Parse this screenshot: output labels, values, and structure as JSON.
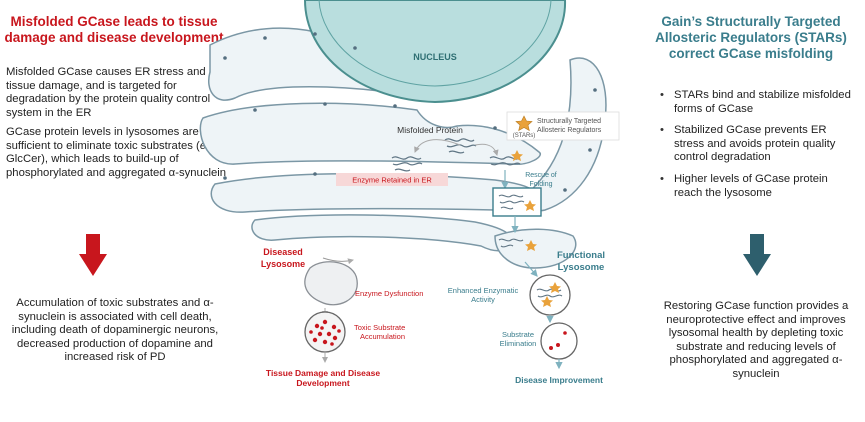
{
  "left": {
    "title": "Misfolded GCase leads to tissue damage and disease development",
    "para1": "Misfolded GCase causes ER stress and tissue damage, and is targeted for degradation by the protein quality control system in the ER",
    "para2_a": "GCase protein levels in lysosomes are not sufficient to eliminate toxic substrates (",
    "para2_em": "e.g.",
    "para2_b": " GlcCer), which leads to build-up of phosphorylated and aggregated α-synuclein",
    "bottom": "Accumulation of toxic substrates and α-synuclein is associated with cell death, including death of dopaminergic neurons, decreased production of dopamine and increased risk of PD"
  },
  "right": {
    "title": "Gain’s Structurally Targeted Allosteric Regulators (STARs) correct GCase misfolding",
    "bullets": [
      "STARs bind and stabilize misfolded forms of GCase",
      "Stabilized GCase prevents ER stress and avoids protein quality control degradation",
      "Higher levels of GCase protein reach the lysosome"
    ],
    "bottom": "Restoring GCase function provides a neuroprotective effect and improves lysosomal health by depleting toxic substrate and reducing levels of phosphorylated and aggregated α-synuclein"
  },
  "diagram": {
    "nucleus": "NUCLEUS",
    "misfolded_protein": "Misfolded Protein",
    "stars_tag": "(STARs)",
    "stars_legend_line1": "Structurally Targeted",
    "stars_legend_line2": "Allosteric Regulators",
    "enzyme_retained": "Enzyme Retained in ER",
    "rescue_line1": "Rescue of",
    "rescue_line2": "Folding",
    "diseased_line1": "Diseased",
    "diseased_line2": "Lysosome",
    "functional_line1": "Functional",
    "functional_line2": "Lysosome",
    "enzyme_dysfunction": "Enzyme Dysfunction",
    "toxic_line1": "Toxic Substrate",
    "toxic_line2": "Accumulation",
    "enhanced_line1": "Enhanced Enzymatic",
    "enhanced_line2": "Activity",
    "substrate_line1": "Substrate",
    "substrate_line2": "Elimination",
    "tissue_line1": "Tissue Damage and Disease",
    "tissue_line2": "Development",
    "disease_improvement": "Disease Improvement"
  },
  "colors": {
    "red_accent": "#c8161d",
    "teal_accent": "#3a7d8c",
    "arrow_red": "#c8161d",
    "arrow_teal": "#2e5f6d",
    "er_fill": "#eef4f7",
    "nucleus_fill": "#b9dede",
    "star_gold": "#e9a23b"
  }
}
